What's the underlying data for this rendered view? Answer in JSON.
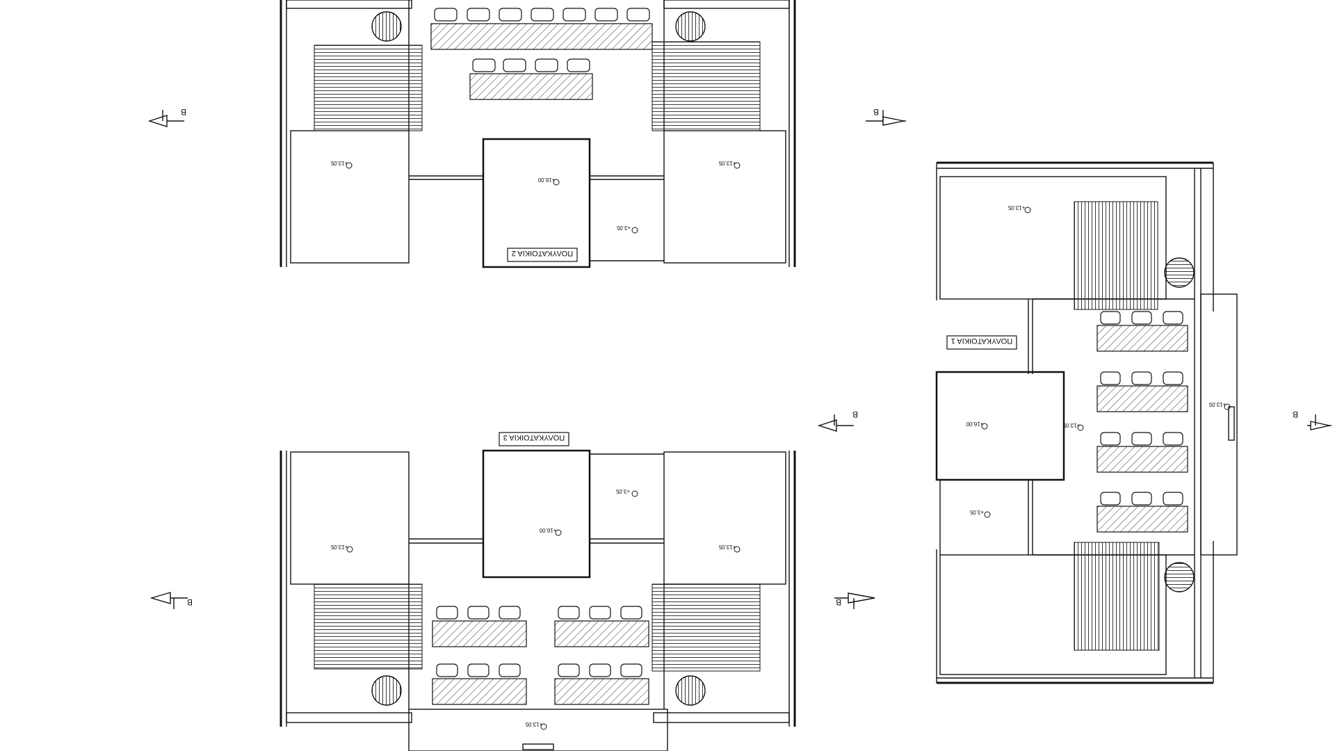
{
  "drawing": {
    "ink_color": "#111111",
    "hatch_color": "#333333",
    "paper_color": "#ffffff",
    "mirrored_text": true
  },
  "labels": {
    "building_1": "ΠΟΛΥΚΑΤΟΙΚΙΑ 1",
    "building_2": "ΠΟΛΥΚΑΤΟΙΚΙΑ 2",
    "building_3": "ΠΟΛΥΚΑΤΟΙΚΙΑ 3"
  },
  "elevations": {
    "roof": "+16.00",
    "terrace": "+13.05",
    "court": "+3.05"
  },
  "section_marker": "B"
}
